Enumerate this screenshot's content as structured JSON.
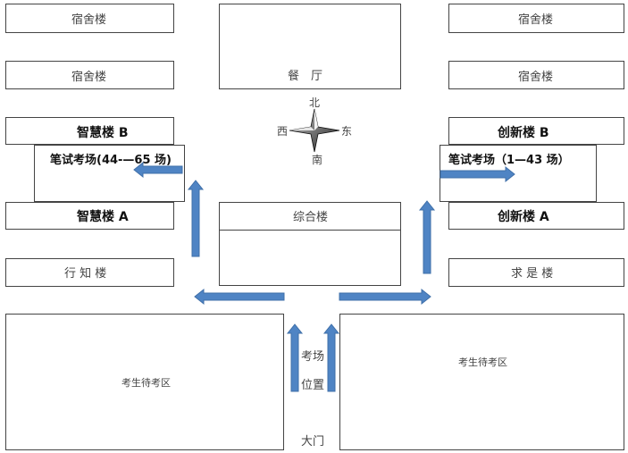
{
  "buildings": {
    "dorm_tl1": "宿舍楼",
    "dorm_tl2": "宿舍楼",
    "dorm_tr1": "宿舍楼",
    "dorm_tr2": "宿舍楼",
    "canteen": "餐　厅",
    "zhihui_b": "智慧楼 B",
    "zhihui_a": "智慧楼 A",
    "chuangxin_b": "创新楼 B",
    "chuangxin_a": "创新楼 A",
    "zonghe": "综合楼",
    "xingzhi": "行 知 楼",
    "qiushi": "求 是 楼",
    "wait_left": "考生待考区",
    "wait_right": "考生待考区"
  },
  "exam_rooms": {
    "left": "笔试考场(44-—65 场)",
    "right": "笔试考场（1—43 场）"
  },
  "compass": {
    "north": "北",
    "south": "南",
    "east": "东",
    "west": "西"
  },
  "entrance": {
    "exam_location_line1": "考场",
    "exam_location_line2": "位置",
    "gate": "大门"
  },
  "colors": {
    "arrow": "#4f84c4",
    "arrow_stroke": "#3f6fa8"
  }
}
